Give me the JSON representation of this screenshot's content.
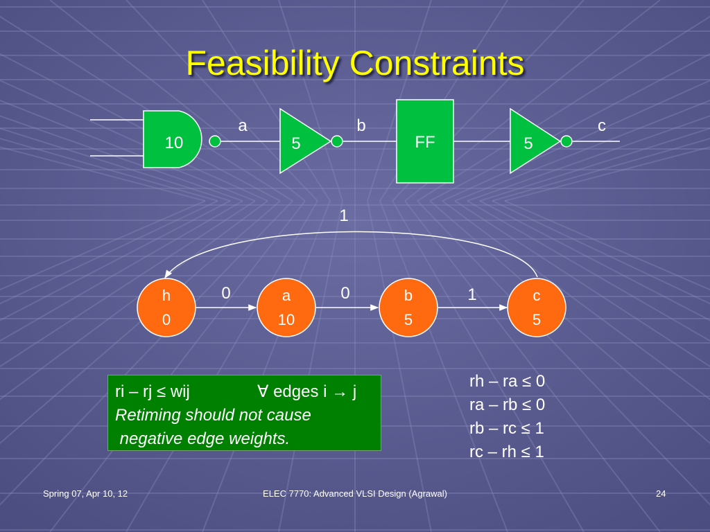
{
  "slide": {
    "title": "Feasibility Constraints"
  },
  "circuit": {
    "gate_delays": [
      "10",
      "5",
      "5"
    ],
    "ff_label": "FF",
    "signal_labels": [
      "a",
      "b",
      "c"
    ]
  },
  "graph": {
    "nodes": [
      {
        "name": "h",
        "value": "0"
      },
      {
        "name": "a",
        "value": "10"
      },
      {
        "name": "b",
        "value": "5"
      },
      {
        "name": "c",
        "value": "5"
      }
    ],
    "edge_weights": {
      "h_a": "0",
      "a_b": "0",
      "b_c": "1",
      "c_h": "1"
    }
  },
  "constraint_box": {
    "formula": "ri – rj ≤ wij",
    "quantifier": "∀ edges i → j",
    "note_line1": "Retiming should not cause",
    "note_line2": " negative edge weights."
  },
  "equations": [
    "rh – ra ≤ 0",
    "ra – rb ≤ 0",
    "rb – rc ≤ 1",
    "rc – rh ≤ 1"
  ],
  "footer": {
    "left": "Spring 07, Apr 10, 12",
    "center": "ELEC 7770: Advanced VLSI Design (Agrawal)",
    "right": "24"
  },
  "colors": {
    "background": "#5a5c90",
    "title": "#ffff00",
    "gate_fill": "#00c040",
    "node_fill": "#ff6a10",
    "box_fill": "#008000"
  }
}
